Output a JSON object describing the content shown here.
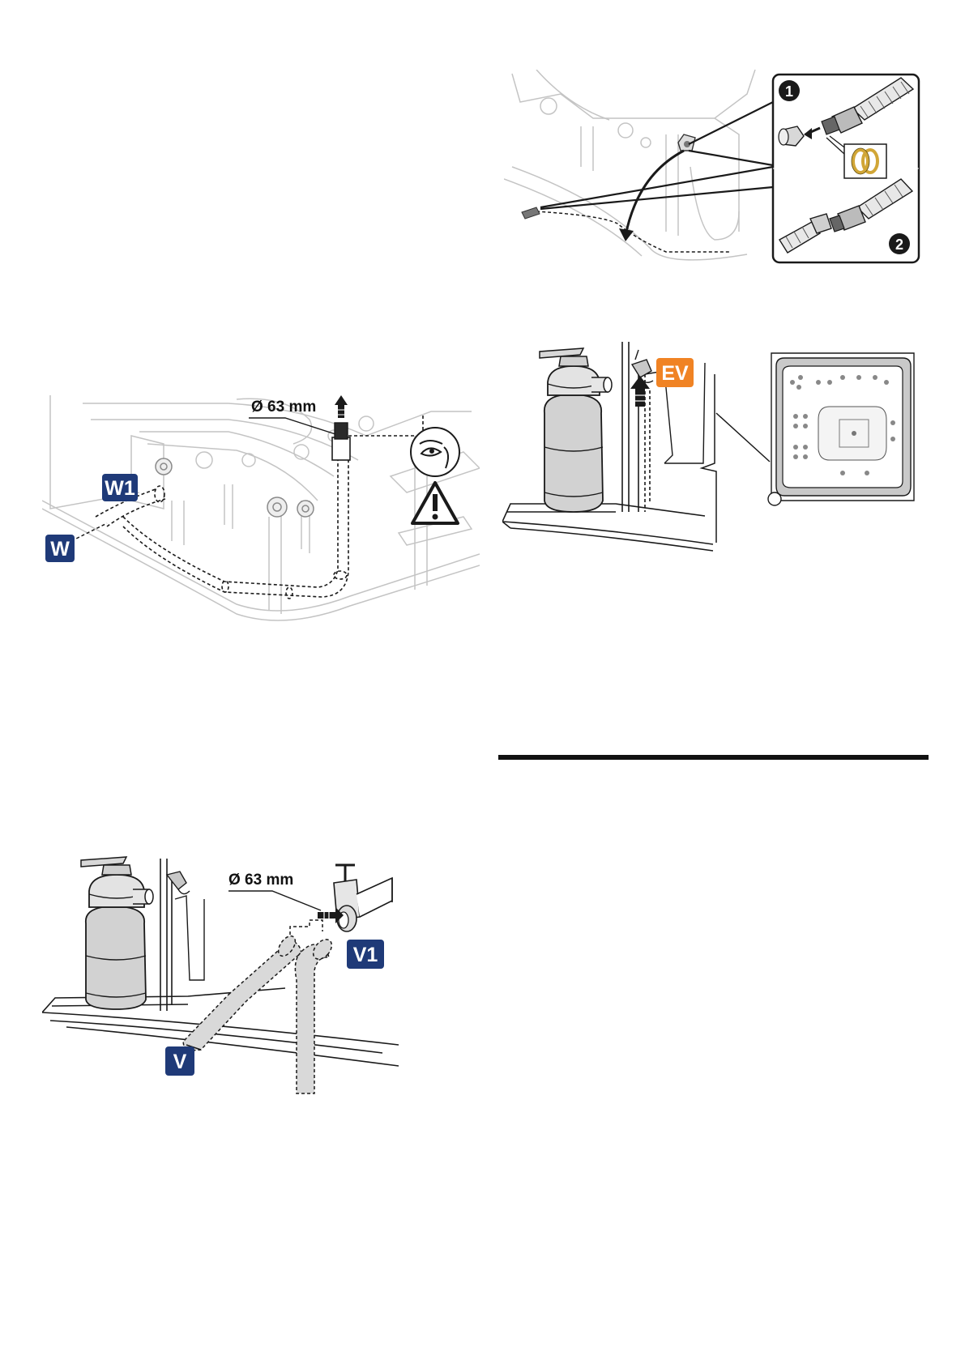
{
  "colors": {
    "label_navy": "#1f3a78",
    "label_orange": "#f08324",
    "line": "#1a1a1a",
    "light_line": "#b9b9b9",
    "seal_gold": "#d1a637"
  },
  "figures": {
    "fig1": {
      "dimension": "Ø 63 mm",
      "label_w1": "W1",
      "label_w": "W",
      "icons": [
        "eye-icon",
        "warning-triangle-icon"
      ]
    },
    "fig2": {
      "callout_1": "1",
      "callout_2": "2",
      "icons": [
        "gasket-rings-icon"
      ]
    },
    "fig3": {
      "label_ev": "EV"
    },
    "fig4": {
      "dimension": "Ø 63 mm",
      "label_v1": "V1",
      "label_v": "V"
    }
  }
}
